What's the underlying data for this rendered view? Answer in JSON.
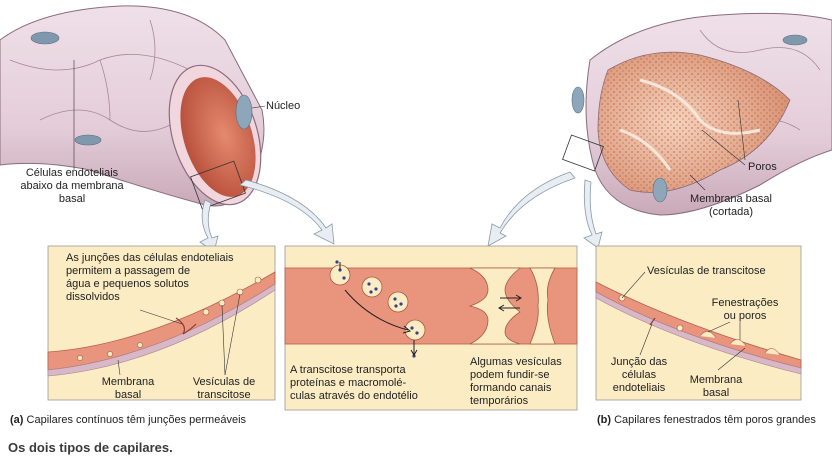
{
  "labels": {
    "nucleo": "Núcleo",
    "celulas_line1": "Células endoteliais",
    "celulas_line2": "abaixo da membrana",
    "celulas_line3": "basal",
    "poros": "Poros",
    "membrana_basal_cortada_1": "Membrana basal",
    "membrana_basal_cortada_2": "(cortada)",
    "juncoes_1": "As junções das células endoteliais",
    "juncoes_2": "permitem a passagem de",
    "juncoes_3": "água e pequenos solutos",
    "juncoes_4": "dissolvidos",
    "membrana_basal_a_1": "Membrana",
    "membrana_basal_a_2": "basal",
    "vesiculas_a_1": "Vesículas de",
    "vesiculas_a_2": "transcitose",
    "transcitose_1": "A transcitose transporta",
    "transcitose_2": "proteínas e macromolé-",
    "transcitose_3": "culas através do endotélio",
    "algumas_1": "Algumas vesículas",
    "algumas_2": "podem fundir-se",
    "algumas_3": "formando canais",
    "algumas_4": "temporários",
    "vesiculas_b": "Vesículas de transcitose",
    "fenestracoes_1": "Fenestrações",
    "fenestracoes_2": "ou poros",
    "juncao_1": "Junção das",
    "juncao_2": "células",
    "juncao_3": "endoteliais",
    "membrana_basal_b_1": "Membrana",
    "membrana_basal_b_2": "basal"
  },
  "captions": {
    "a_letter": "(a)",
    "a_text": " Capilares contínuos têm junções permeáveis",
    "b_letter": "(b)",
    "b_text": " Capilares fenestrados têm poros grandes"
  },
  "title": "Os dois tipos de capilares.",
  "colors": {
    "panel_bg": "#fbecc4",
    "vessel_outer": "#e7d2dc",
    "vessel_inner": "#d9735a",
    "endothelium": "#e9957e",
    "arrow_fill": "#e7edf3"
  }
}
